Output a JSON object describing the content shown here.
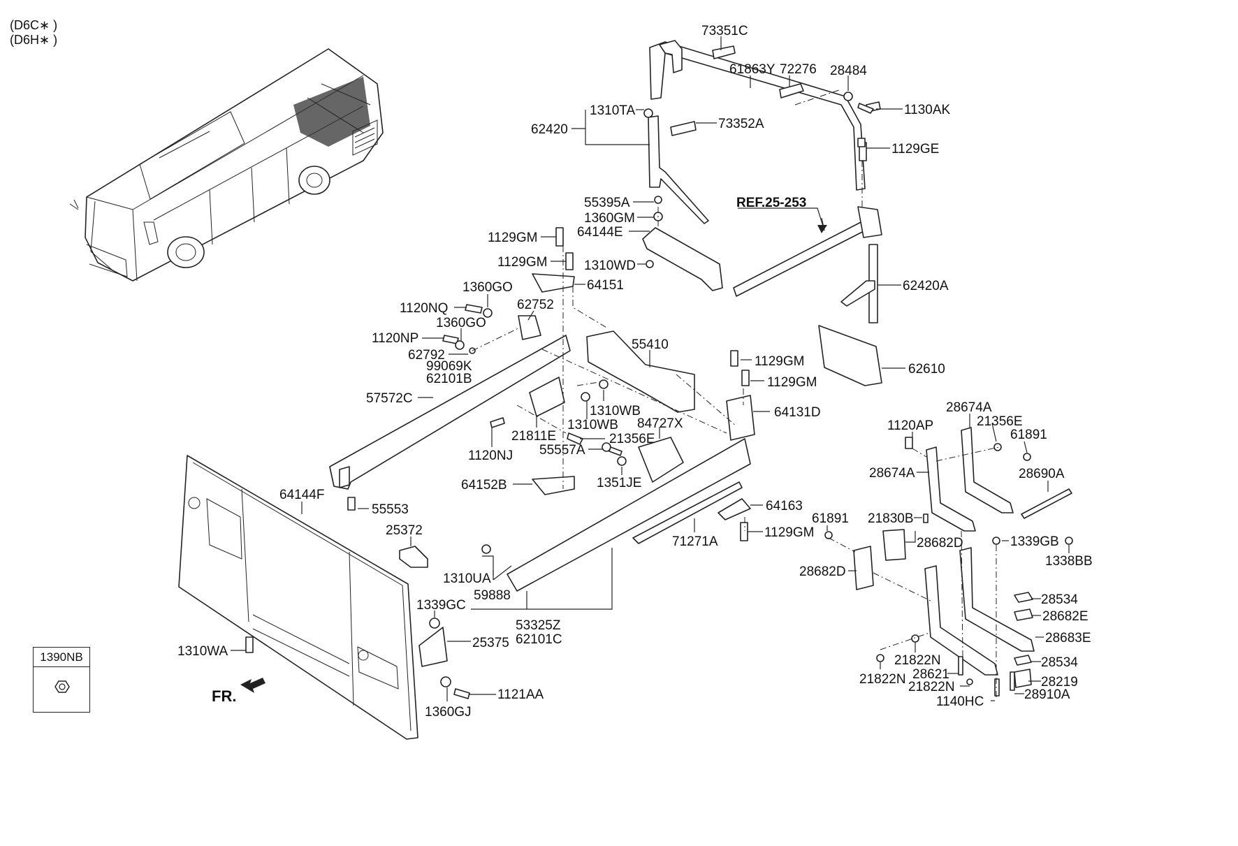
{
  "variants": [
    "(D6C∗ )",
    "(D6H∗ )"
  ],
  "reference": "REF.25-253",
  "direction_label": "FR.",
  "legend": {
    "code": "1390NB"
  },
  "labels": [
    {
      "id": "73351C",
      "text": "73351C"
    },
    {
      "id": "61863Y",
      "text": "61863Y"
    },
    {
      "id": "72276",
      "text": "72276"
    },
    {
      "id": "28484",
      "text": "28484"
    },
    {
      "id": "1130AK",
      "text": "1130AK"
    },
    {
      "id": "1310TA",
      "text": "1310TA"
    },
    {
      "id": "62420",
      "text": "62420"
    },
    {
      "id": "73352A",
      "text": "73352A"
    },
    {
      "id": "1129GE",
      "text": "1129GE"
    },
    {
      "id": "55395A",
      "text": "55395A"
    },
    {
      "id": "1360GM",
      "text": "1360GM"
    },
    {
      "id": "64144E",
      "text": "64144E"
    },
    {
      "id": "1129GM_a",
      "text": "1129GM"
    },
    {
      "id": "1129GM_b",
      "text": "1129GM"
    },
    {
      "id": "1310WD",
      "text": "1310WD"
    },
    {
      "id": "62420A",
      "text": "62420A"
    },
    {
      "id": "64151",
      "text": "64151"
    },
    {
      "id": "1360GO_a",
      "text": "1360GO"
    },
    {
      "id": "1120NQ",
      "text": "1120NQ"
    },
    {
      "id": "62752",
      "text": "62752"
    },
    {
      "id": "1360GO_b",
      "text": "1360GO"
    },
    {
      "id": "1120NP",
      "text": "1120NP"
    },
    {
      "id": "62792",
      "text": "62792"
    },
    {
      "id": "99069K",
      "text": "99069K"
    },
    {
      "id": "62101B",
      "text": "62101B"
    },
    {
      "id": "55410",
      "text": "55410"
    },
    {
      "id": "62610",
      "text": "62610"
    },
    {
      "id": "1129GM_c",
      "text": "1129GM"
    },
    {
      "id": "1129GM_d",
      "text": "1129GM"
    },
    {
      "id": "57572C",
      "text": "57572C"
    },
    {
      "id": "1310WB_a",
      "text": "1310WB"
    },
    {
      "id": "64131D",
      "text": "64131D"
    },
    {
      "id": "1310WB_b",
      "text": "1310WB"
    },
    {
      "id": "84727X",
      "text": "84727X"
    },
    {
      "id": "21811E",
      "text": "21811E"
    },
    {
      "id": "21356E_a",
      "text": "21356E"
    },
    {
      "id": "1120NJ",
      "text": "1120NJ"
    },
    {
      "id": "55557A",
      "text": "55557A"
    },
    {
      "id": "1351JE",
      "text": "1351JE"
    },
    {
      "id": "64152B",
      "text": "64152B"
    },
    {
      "id": "64144F",
      "text": "64144F"
    },
    {
      "id": "55553",
      "text": "55553"
    },
    {
      "id": "64163",
      "text": "64163"
    },
    {
      "id": "25372",
      "text": "25372"
    },
    {
      "id": "71271A",
      "text": "71271A"
    },
    {
      "id": "1129GM_e",
      "text": "1129GM"
    },
    {
      "id": "1310UA",
      "text": "1310UA"
    },
    {
      "id": "59888",
      "text": "59888"
    },
    {
      "id": "1339GC",
      "text": "1339GC"
    },
    {
      "id": "53325Z",
      "text": "53325Z"
    },
    {
      "id": "62101C",
      "text": "62101C"
    },
    {
      "id": "25375",
      "text": "25375"
    },
    {
      "id": "1310WA",
      "text": "1310WA"
    },
    {
      "id": "1121AA",
      "text": "1121AA"
    },
    {
      "id": "1360GJ",
      "text": "1360GJ"
    },
    {
      "id": "28674A_a",
      "text": "28674A"
    },
    {
      "id": "1120AP",
      "text": "1120AP"
    },
    {
      "id": "21356E_b",
      "text": "21356E"
    },
    {
      "id": "61891_a",
      "text": "61891"
    },
    {
      "id": "28674A_b",
      "text": "28674A"
    },
    {
      "id": "28690A",
      "text": "28690A"
    },
    {
      "id": "21830B",
      "text": "21830B"
    },
    {
      "id": "61891_b",
      "text": "61891"
    },
    {
      "id": "28682D_a",
      "text": "28682D"
    },
    {
      "id": "1339GB",
      "text": "1339GB"
    },
    {
      "id": "1338BB",
      "text": "1338BB"
    },
    {
      "id": "28682D_b",
      "text": "28682D"
    },
    {
      "id": "28534_a",
      "text": "28534"
    },
    {
      "id": "28682E",
      "text": "28682E"
    },
    {
      "id": "28683E",
      "text": "28683E"
    },
    {
      "id": "21822N_a",
      "text": "21822N"
    },
    {
      "id": "28534_b",
      "text": "28534"
    },
    {
      "id": "28621",
      "text": "28621"
    },
    {
      "id": "21822N_b",
      "text": "21822N"
    },
    {
      "id": "28219",
      "text": "28219"
    },
    {
      "id": "21822N_c",
      "text": "21822N"
    },
    {
      "id": "1140HC",
      "text": "1140HC"
    },
    {
      "id": "28910A",
      "text": "28910A"
    }
  ]
}
